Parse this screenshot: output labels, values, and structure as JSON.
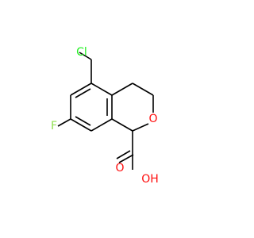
{
  "molecule": {
    "colors": {
      "bond": "#000000",
      "carbon": "#000000",
      "oxygen": "#ff0d0d",
      "fluorine": "#90e050",
      "chlorine": "#1ff01f"
    },
    "labels": {
      "chlorine": "Cl",
      "fluorine": "F",
      "ring_oxygen": "O",
      "carbonyl_oxygen": "O",
      "hydroxyl": "OH"
    }
  }
}
